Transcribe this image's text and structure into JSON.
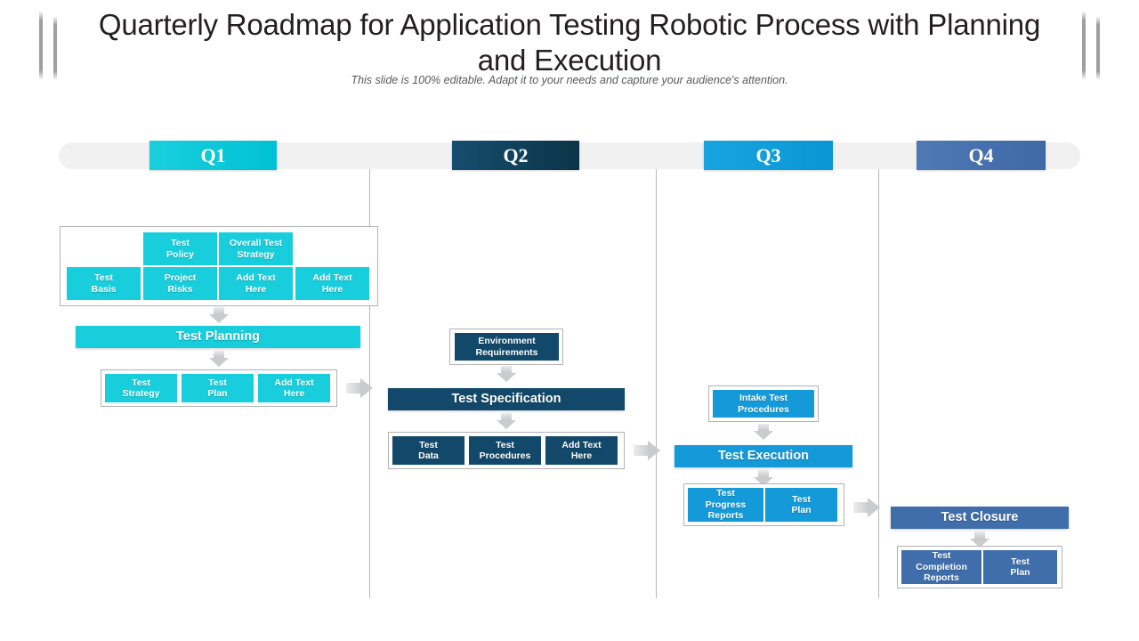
{
  "header": {
    "title": "Quarterly Roadmap for Application Testing Robotic Process with Planning and Execution",
    "subtitle": "This slide is 100% editable. Adapt it to your needs and capture your audience's attention."
  },
  "colors": {
    "q1": "#18cedd",
    "q2": "#12496b",
    "q3": "#149ad8",
    "q4": "#3f6eab",
    "rail": "#f1f1f1",
    "connector": "#c9cbcd"
  },
  "quarters": [
    {
      "label": "Q1"
    },
    {
      "label": "Q2"
    },
    {
      "label": "Q3"
    },
    {
      "label": "Q4"
    }
  ],
  "q1": {
    "top_row": [
      {
        "label": "Test\nPolicy"
      },
      {
        "label": "Overall Test\nStrategy"
      }
    ],
    "bottom_row": [
      {
        "label": "Test\nBasis"
      },
      {
        "label": "Project\nRisks"
      },
      {
        "label": "Add Text\nHere"
      },
      {
        "label": "Add Text\nHere"
      }
    ],
    "phase": "Test Planning",
    "outputs": [
      {
        "label": "Test\nStrategy"
      },
      {
        "label": "Test\nPlan"
      },
      {
        "label": "Add Text\nHere"
      }
    ]
  },
  "q2": {
    "input": "Environment\nRequirements",
    "phase": "Test Specification",
    "outputs": [
      {
        "label": "Test\nData"
      },
      {
        "label": "Test\nProcedures"
      },
      {
        "label": "Add Text\nHere"
      }
    ]
  },
  "q3": {
    "input": "Intake Test\nProcedures",
    "phase": "Test Execution",
    "outputs": [
      {
        "label": "Test\nProgress\nReports"
      },
      {
        "label": "Test\nPlan"
      }
    ]
  },
  "q4": {
    "phase": "Test Closure",
    "outputs": [
      {
        "label": "Test\nCompletion\nReports"
      },
      {
        "label": "Test\nPlan"
      }
    ]
  }
}
